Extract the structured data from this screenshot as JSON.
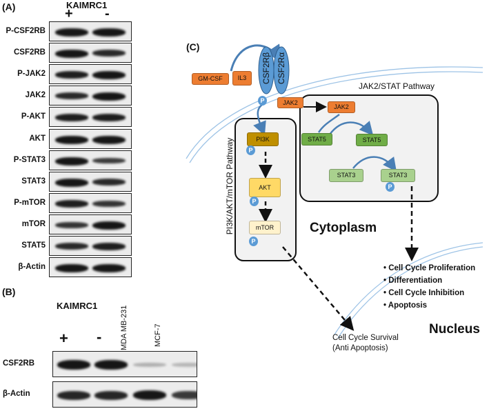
{
  "panel_a": {
    "label": "(A)",
    "sample_title": "KAIMRC1",
    "plus": "+",
    "minus": "-",
    "rows": [
      "P-CSF2RB",
      "CSF2RB",
      "P-JAK2",
      "JAK2",
      "P-AKT",
      "AKT",
      "P-STAT3",
      "STAT3",
      "P-mTOR",
      "mTOR",
      "STAT5",
      "β-Actin"
    ]
  },
  "panel_b": {
    "label": "(B)",
    "sample_title": "KAIMRC1",
    "plus": "+",
    "minus": "-",
    "col3": "MDA MB-231",
    "col4": "MCF-7",
    "rows": [
      "CSF2RB",
      "β-Actin"
    ]
  },
  "panel_c": {
    "label": "(C)",
    "gmcsf": "GM-CSF",
    "il3": "IL3",
    "csf2rb": "CSF2Rβ",
    "csf2ra": "CSF2Rα",
    "jak2_left": "JAK2",
    "jak2_right": "JAK2",
    "jak_stat_title": "JAK2/STAT Pathway",
    "stat5_a": "STAT5",
    "stat5_b": "STAT5",
    "stat3_a": "STAT3",
    "stat3_b": "STAT3",
    "pi3k_title": "PI3K/AKT/mTOR Pathway",
    "pi3k": "PI3K",
    "akt": "AKT",
    "mtor": "mTOR",
    "p": "P",
    "cytoplasm": "Cytoplasm",
    "nucleus": "Nucleus",
    "outcomes": [
      "Cell Cycle Proliferation",
      "Differentiation",
      "Cell Cycle Inhibition",
      "Apoptosis"
    ],
    "survival_line1": "Cell Cycle Survival",
    "survival_line2": "(Anti Apoptosis)"
  },
  "colors": {
    "ligand": "#ed7d31",
    "receptor": "#5b9bd5",
    "pi3k": "#bf8f00",
    "akt": "#ffd966",
    "mtor": "#fff2cc",
    "stat5": "#70ad47",
    "stat3": "#a9d18e",
    "membrane": "#9dc3e6"
  }
}
